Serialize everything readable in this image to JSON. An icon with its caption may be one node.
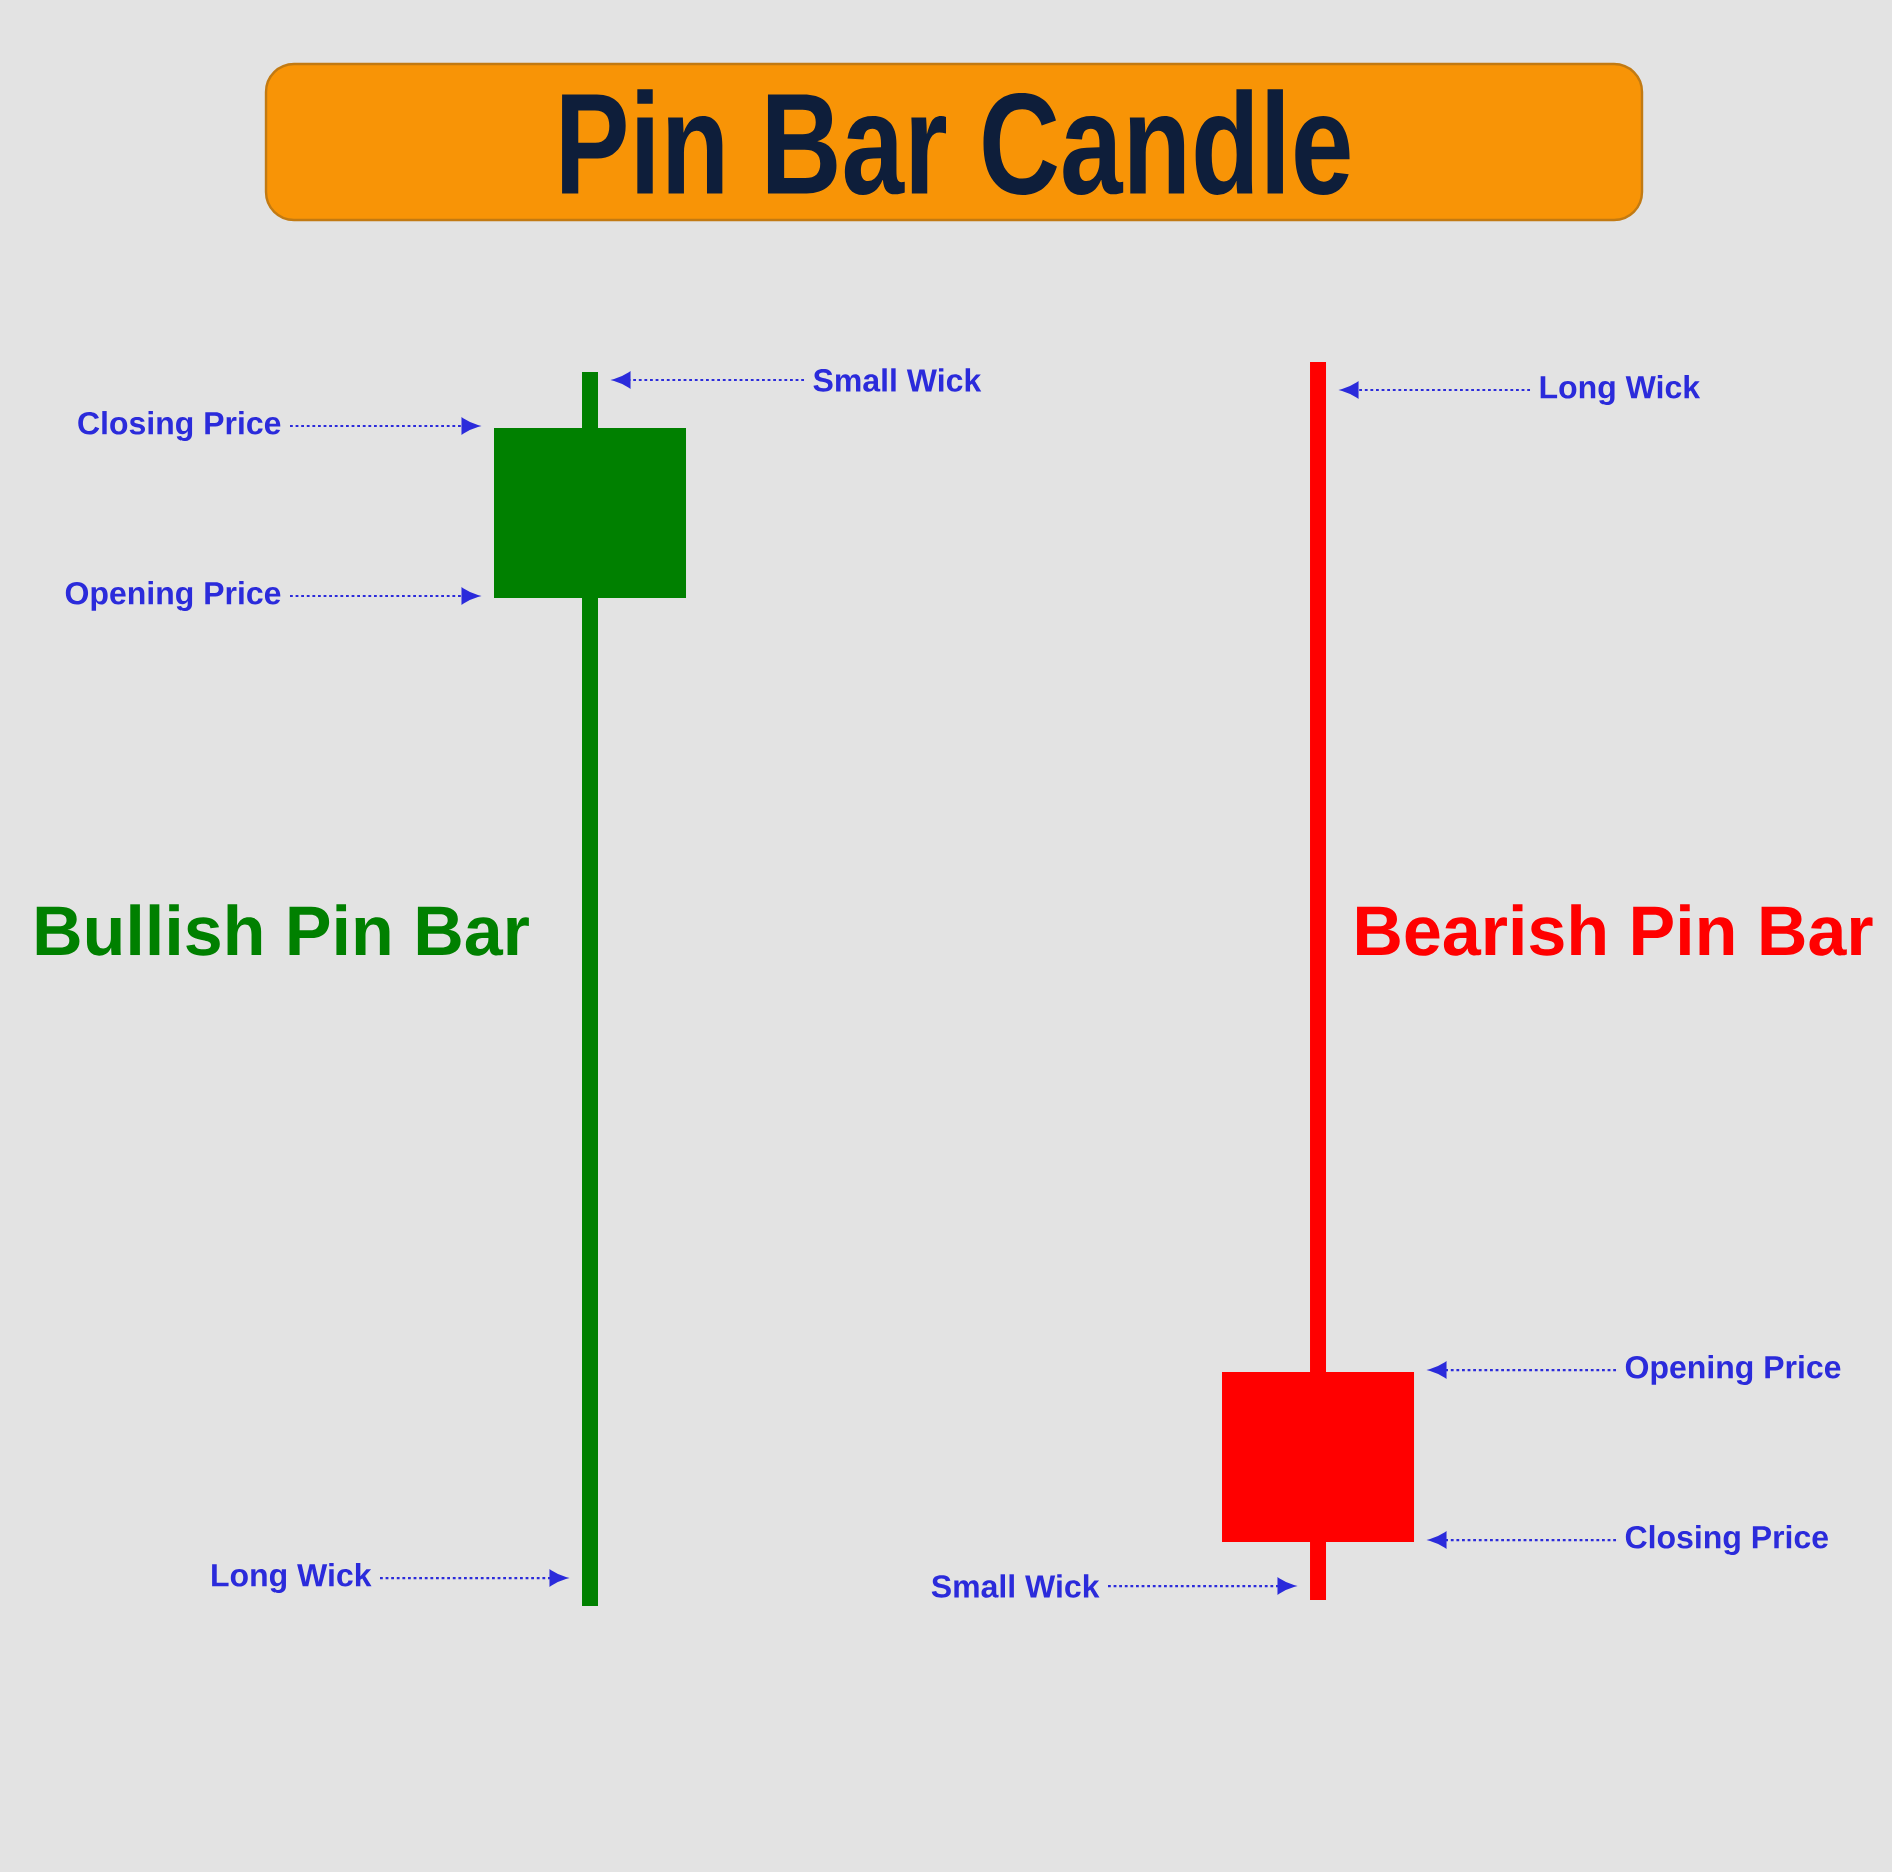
{
  "diagram": {
    "title": "Pin Bar Candle",
    "nodes": [
      {
        "text": [],
        "shape": "bar",
        "beside": [
          "Bullish Pin Bar"
        ]
      },
      {
        "text": [],
        "shape": "box"
      },
      {
        "text": [
          "Small Wick"
        ]
      },
      {
        "text": [
          "Closing Price"
        ]
      },
      {
        "text": [
          "Opening Price"
        ]
      },
      {
        "text": [
          "Long Wick"
        ]
      },
      {
        "text": [],
        "shape": "bar",
        "beside": [
          "Bearish Pin Bar"
        ]
      },
      {
        "text": [],
        "shape": "box"
      },
      {
        "text": [
          "Long Wick"
        ]
      },
      {
        "text": [
          "Opening Price"
        ]
      },
      {
        "text": [
          "Closing Price"
        ]
      },
      {
        "text": [
          "Small Wick"
        ]
      }
    ],
    "edges": [
      {
        "from": 2,
        "to": 0,
        "arrow": "to"
      },
      {
        "from": 3,
        "to": 1,
        "arrow": "to"
      },
      {
        "from": 4,
        "to": 1,
        "arrow": "to"
      },
      {
        "from": 5,
        "to": 0,
        "arrow": "to"
      },
      {
        "from": 8,
        "to": 6,
        "arrow": "to"
      },
      {
        "from": 9,
        "to": 7,
        "arrow": "to"
      },
      {
        "from": 10,
        "to": 7,
        "arrow": "to"
      },
      {
        "from": 11,
        "to": 6,
        "arrow": "to"
      }
    ]
  }
}
